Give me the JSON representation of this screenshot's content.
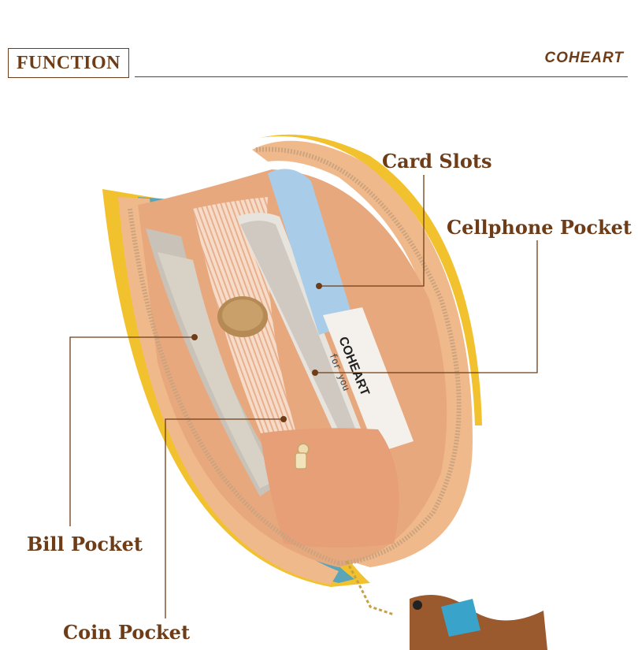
{
  "header": {
    "title": "FUNCTION",
    "brand": "COHEART"
  },
  "labels": {
    "card_slots": "Card Slots",
    "cellphone_pocket": "Cellphone Pocket",
    "bill_pocket": "Bill Pocket",
    "coin_pocket": "Coin Pocket"
  },
  "card_text": {
    "brand": "COHEART",
    "tagline": "for you"
  },
  "colors": {
    "accent": "#6e3c17",
    "wallet_outer": "#f0b98b",
    "wallet_inner": "#ebab7e",
    "stripe_lining": "#f3d5c0",
    "yellow_trim": "#f2c12e",
    "teal_trim": "#5aa6b8"
  }
}
